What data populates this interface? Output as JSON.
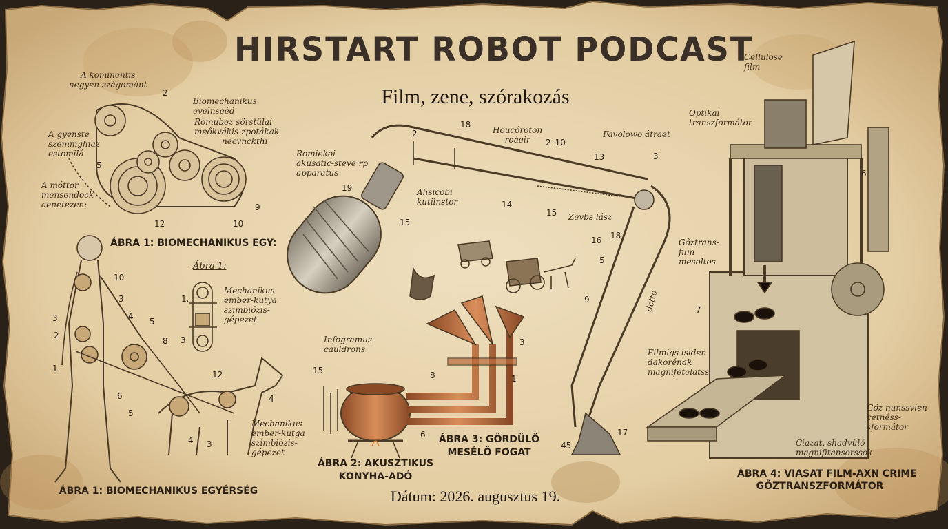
{
  "title": "HIRSTART ROBOT PODCAST",
  "subtitle": "Film, zene, szórakozás",
  "date": "Dátum: 2026. augusztus 19.",
  "captions": {
    "fig1_top": "ÁBRA 1: BIOMECHANIKUS EGY:",
    "fig1_bottom": "ÁBRA 1: BIOMECHANIKUS EGYÉRSÉG",
    "fig1_small": "Ábra 1:",
    "fig2": [
      "ÁBRA 2: AKUSZTIKUS",
      "KONYHA-ADÓ"
    ],
    "fig3": [
      "ÁBRA 3: GÖRDÜLŐ",
      "MESÉLŐ FOGAT"
    ],
    "fig4": [
      "ÁBRA 4: VIASAT FILM-AXN CRIME",
      "GŐZTRANSZFORMÁTOR"
    ]
  },
  "notes": {
    "kominentis": [
      "A kominentis",
      "negyen szágománt"
    ],
    "gyenste": [
      "A gyenste",
      "szemmghiaz",
      "estomilá"
    ],
    "mottor": [
      "A móttor",
      "mensendock",
      "aenetezen:"
    ],
    "biomech_evel": [
      "Biomechanikus",
      "evelnsééd"
    ],
    "romubez": [
      "Romubez sörstülai",
      "meőkvákis-zpotákak",
      "necvnckthi"
    ],
    "mech_kutya_1": [
      "Mechanikus",
      "ember-kutya",
      "szimbiózis-",
      "gépezet"
    ],
    "mech_kutya_2": [
      "Mechanikus",
      "ember-kutga",
      "szimbiózis-",
      "gépezet"
    ],
    "romiekoi": [
      "Romiekoi",
      "akusatic-steve rp",
      "apparatus"
    ],
    "houcoroton": [
      "Houcóroton",
      "roáeir"
    ],
    "ahsicobi": [
      "Ahsicobi",
      "kutilnstor"
    ],
    "infogramus": [
      "Infogramus",
      "cauldrons"
    ],
    "favolowo": [
      "Favolowo átraet"
    ],
    "zevbs": [
      "Zevbs lász"
    ],
    "cellulose": [
      "Cellulose",
      "film"
    ],
    "optikai": [
      "Optikai",
      "transzformátor"
    ],
    "geztrans": [
      "Gőztrans-",
      "film",
      "mesoltos"
    ],
    "filmigs": [
      "Filmigs isiden",
      "dakorénak",
      "magnifetelatss"
    ],
    "goz_nunssvien": [
      "Gőz nunssvien",
      "cetnéss-",
      "sformátor"
    ],
    "ciazat": [
      "Ciazat, shadvülő",
      "magnifitansorssok"
    ],
    "detto": [
      "dctto"
    ]
  },
  "numbers": {
    "gear_2": "2",
    "gear_5": "5",
    "gear_12": "12",
    "gear_10": "10",
    "gear_9": "9",
    "man_10": "10",
    "man_3a": "3",
    "man_4a": "4",
    "man_3b": "3",
    "man_5": "5",
    "man_2": "2",
    "man_8": "8",
    "man_1": "1",
    "man_6": "6",
    "man_12": "12",
    "dog_4a": "4",
    "dog_5": "5",
    "dog_4b": "4",
    "dog_3": "3",
    "sm_1": "1.",
    "sm_3": "3",
    "arm_2": "2",
    "arm_18": "18",
    "arm_2_10": "2–10",
    "arm_13": "13",
    "arm_15a": "15",
    "arm_14": "14",
    "arm_15b": "15",
    "arm_19": "19",
    "arm_16": "16",
    "arm_5": "5",
    "arm_9": "9",
    "arm_45": "45",
    "arm_17": "17",
    "arm_3": "3",
    "arm_18b": "18",
    "pot_15": "15",
    "pot_8": "8",
    "pot_1": "1",
    "pot_6": "6",
    "horn_3": "3",
    "mach_6": "6",
    "mach_7": "7"
  },
  "colors": {
    "paper": "#e9d7b4",
    "ink": "#3a2c1c",
    "copper": "#b8683a",
    "brass": "#c29a55"
  }
}
